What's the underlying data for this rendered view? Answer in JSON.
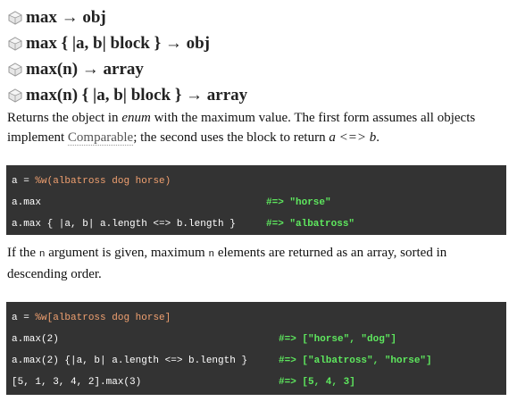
{
  "signatures": [
    {
      "text": "max → obj",
      "icon": "gem-icon"
    },
    {
      "text": "max { |a, b| block } → obj",
      "icon": "gem-icon"
    },
    {
      "text": "max(n) → array",
      "icon": "gem-icon"
    },
    {
      "text": "max(n) { |a, b| block } → array",
      "icon": "gem-icon"
    }
  ],
  "desc1": {
    "part1": "Returns the object in ",
    "enum": "enum",
    "part2": " with the maximum value. The first form assumes all objects implement ",
    "comparable": "Comparable",
    "part3": "; the second uses the block to return ",
    "expr": "a <=> b",
    "part4": "."
  },
  "code1": {
    "lines": [
      {
        "a": "a",
        "eq": " = ",
        "str": "%w(albatross dog horse)",
        "result": ""
      },
      {
        "code": "a.max",
        "result": "#=> \"horse\""
      },
      {
        "code": "a.max { |a, b| a.length <=> b.length }",
        "result": "#=> \"albatross\""
      }
    ]
  },
  "desc2": {
    "part1": "If the ",
    "n1": "n",
    "part2": " argument is given, maximum ",
    "n2": "n",
    "part3": " elements are returned as an array, sorted in descending order."
  },
  "code2": {
    "lines": [
      {
        "a": "a",
        "eq": " = ",
        "str": "%w[albatross dog horse]",
        "result": ""
      },
      {
        "code": "a.max(2)",
        "result": "#=> [\"horse\", \"dog\"]"
      },
      {
        "code": "a.max(2) {|a, b| a.length <=> b.length }",
        "result": "#=> [\"albatross\", \"horse\"]"
      },
      {
        "code": "[5, 1, 3, 4, 2].max(3)",
        "result": "#=> [5, 4, 3]"
      }
    ]
  },
  "colors": {
    "code_bg": "#333333",
    "comment": "#5ee85e",
    "string": "#f0a070"
  }
}
